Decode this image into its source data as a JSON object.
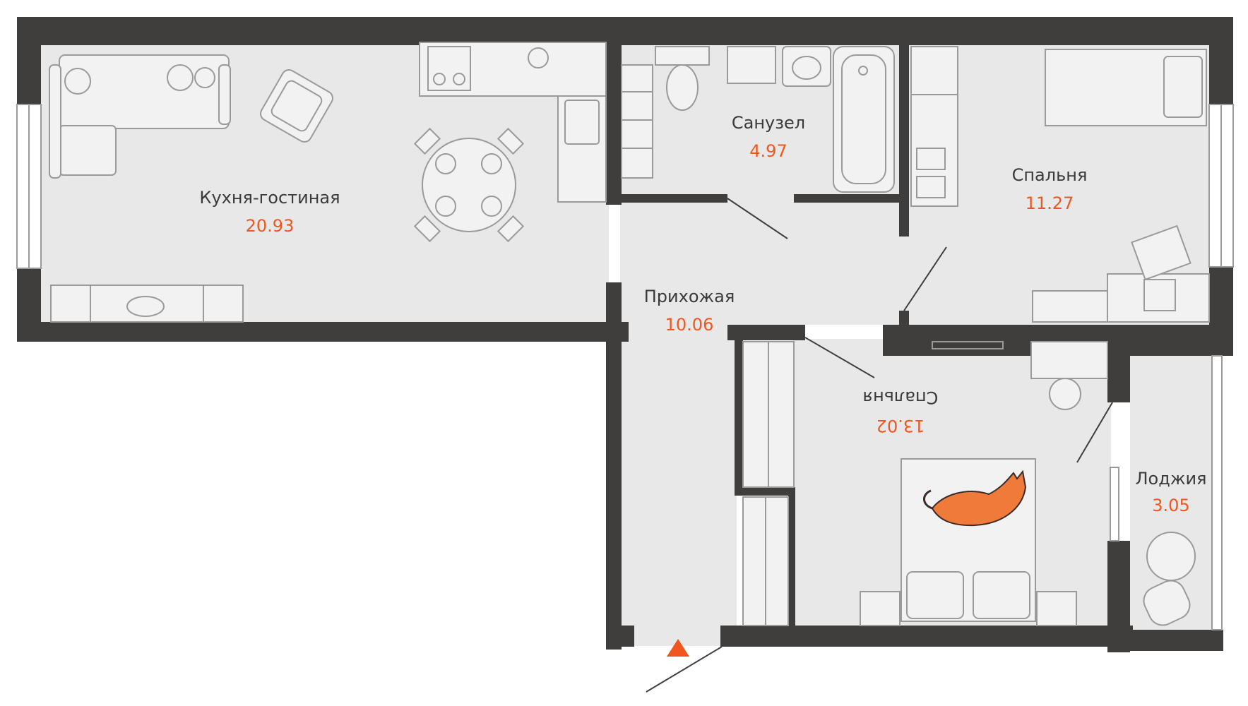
{
  "plan": {
    "colors": {
      "wall": "#403d3d",
      "floor": "#e8e8e8",
      "area_text": "#f0561e",
      "name_text": "#3a3a3a",
      "entrance_marker": "#f0561e"
    },
    "rooms": [
      {
        "id": "kitchen_living",
        "name": "Кухня-гостиная",
        "area": "20.93"
      },
      {
        "id": "bathroom",
        "name": "Санузел",
        "area": "4.97"
      },
      {
        "id": "bedroom1",
        "name": "Спальня",
        "area": "11.27"
      },
      {
        "id": "hallway",
        "name": "Прихожая",
        "area": "10.06"
      },
      {
        "id": "bedroom2",
        "name": "Спальня",
        "area": "13.02"
      },
      {
        "id": "loggia",
        "name": "Лоджия",
        "area": "3.05"
      }
    ],
    "icons": {
      "entrance": "triangle-up-icon",
      "cat": "cat-icon"
    }
  }
}
